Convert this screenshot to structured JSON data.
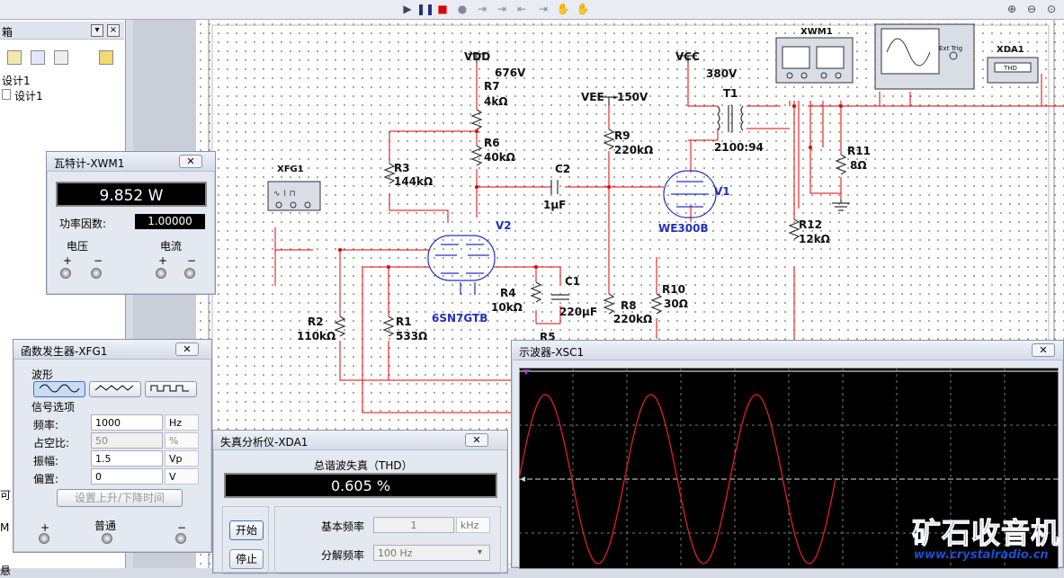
{
  "panel": {
    "title": "箱",
    "tree_root": "设计1",
    "tree_child": "设计1",
    "clip_a": "可",
    "clip_b": "M",
    "clip_c": "悬"
  },
  "schematic": {
    "vdd": "VDD",
    "vdd_v": "676V",
    "r7": "R7",
    "r7v": "4kΩ",
    "r6": "R6",
    "r6v": "40kΩ",
    "r3": "R3",
    "r3v": "144kΩ",
    "vee": "VEE",
    "vee_v": "-150V",
    "r9": "R9",
    "r9v": "220kΩ",
    "c2": "C2",
    "c2v": "1μF",
    "vcc": "VCC",
    "vcc_v": "380V",
    "t1": "T1",
    "t1v": "2100:94",
    "xwm1": "XWM1",
    "xda1": "XDA1",
    "thd": "THD",
    "ext_trig": "Ext Trig",
    "r11": "R11",
    "r11v": "8Ω",
    "xfg1": "XFG1",
    "v1": "V1",
    "we300b": "WE300B",
    "v2": "V2",
    "tube2": "6SN7GTB",
    "r12": "R12",
    "r12v": "12kΩ",
    "c1": "C1",
    "c1v": "220μF",
    "r4": "R4",
    "r4v": "10kΩ",
    "r5": "R5",
    "r8": "R8",
    "r8v": "220kΩ",
    "r10": "R10",
    "r10v": "30Ω",
    "r2": "R2",
    "r2v": "110kΩ",
    "r1": "R1",
    "r1v": "533Ω"
  },
  "wattmeter": {
    "title": "瓦特计-XWM1",
    "power": "9.852 W",
    "pf_label": "功率因数:",
    "pf_value": "1.00000",
    "voltage": "电压",
    "current": "电流",
    "plus": "+",
    "minus": "−"
  },
  "funcgen": {
    "title": "函数发生器-XFG1",
    "waveform": "波形",
    "signal_opts": "信号选项",
    "freq_label": "频率:",
    "freq": "1000",
    "freq_unit": "Hz",
    "duty_label": "占空比:",
    "duty": "50",
    "duty_unit": "%",
    "amp_label": "振幅:",
    "amp": "1.5",
    "amp_unit": "Vp",
    "offset_label": "偏置:",
    "offset": "0",
    "offset_unit": "V",
    "rise_fall": "设置上升/下降时间",
    "plus": "+",
    "common": "普通",
    "minus": "−"
  },
  "distortion": {
    "title": "失真分析仪-XDA1",
    "thd_label": "总谐波失真（THD）",
    "thd_value": "0.605 %",
    "start": "开始",
    "stop": "停止",
    "fund_label": "基本频率",
    "fund_value": "1",
    "fund_unit": "kHz",
    "res_label": "分解频率",
    "res_value": "100 Hz"
  },
  "scope": {
    "title": "示波器-XSC1"
  },
  "watermark": {
    "cn": "矿石收音机",
    "url": "www.crystalradio.cn"
  },
  "colors": {
    "wire": "#e00000",
    "tube": "#2030c0",
    "trace": "#e02020"
  }
}
